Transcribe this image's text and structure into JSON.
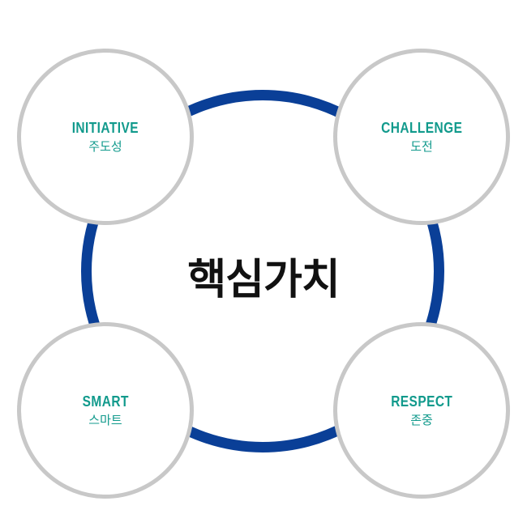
{
  "center": {
    "title": "핵심가치"
  },
  "values": [
    {
      "name": "Initiative",
      "korean": "주도성"
    },
    {
      "name": "Challenge",
      "korean": "도전"
    },
    {
      "name": "Smart",
      "korean": "스마트"
    },
    {
      "name": "Respect",
      "korean": "존중"
    }
  ],
  "colors": {
    "ring": "#0a3f97",
    "circle_border": "#c8c8c8",
    "accent_text": "#119a8c",
    "title_text": "#111111"
  }
}
